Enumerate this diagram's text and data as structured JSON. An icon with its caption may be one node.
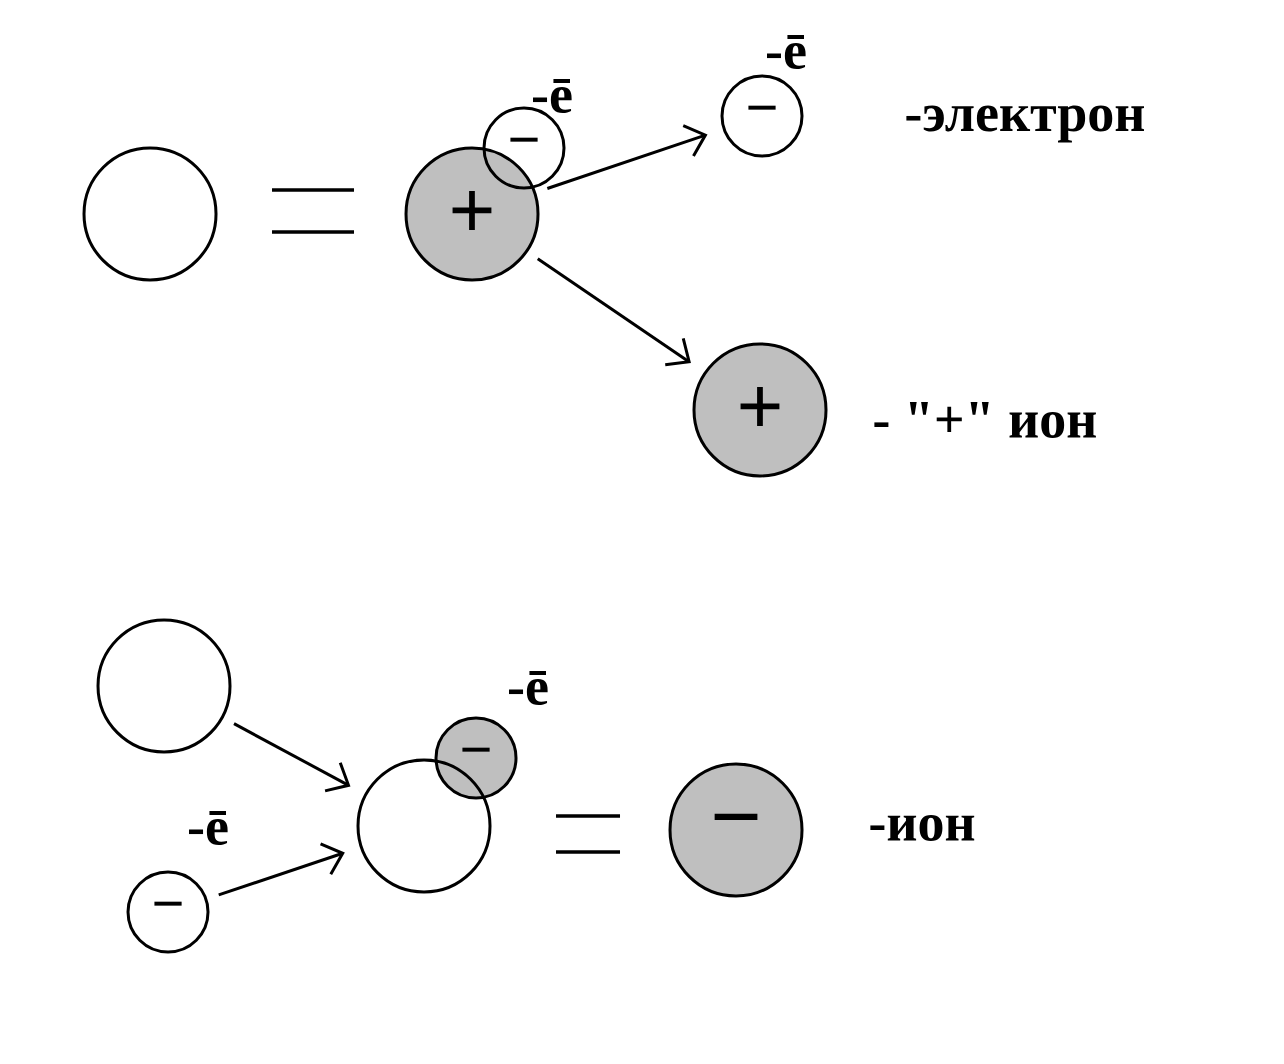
{
  "diagram": {
    "nodes": [
      {
        "text": [],
        "shape": "circle"
      },
      {
        "text": [
          "+"
        ]
      },
      {
        "text": [
          "−"
        ],
        "beside": [
          "-ē"
        ]
      },
      {
        "text": [
          "−"
        ],
        "beside": [
          "-ē",
          "-электрон"
        ]
      },
      {
        "text": [
          "+"
        ],
        "beside": [
          "- \"+\" ион"
        ]
      },
      {
        "text": [],
        "shape": "circle"
      },
      {
        "text": [
          "−"
        ],
        "beside": [
          "-ē"
        ]
      },
      {
        "text": [],
        "shape": "circle"
      },
      {
        "text": [
          "−"
        ],
        "beside": [
          "-ē"
        ]
      },
      {
        "text": [
          "−"
        ],
        "beside": [
          "-ион"
        ]
      }
    ],
    "edges": [
      {
        "from": 1,
        "to": 3,
        "arrow": "to"
      },
      {
        "from": 1,
        "to": 4,
        "arrow": "to"
      },
      {
        "from": 5,
        "to": 7,
        "arrow": "to"
      },
      {
        "from": 6,
        "to": 7,
        "arrow": "to"
      }
    ]
  }
}
